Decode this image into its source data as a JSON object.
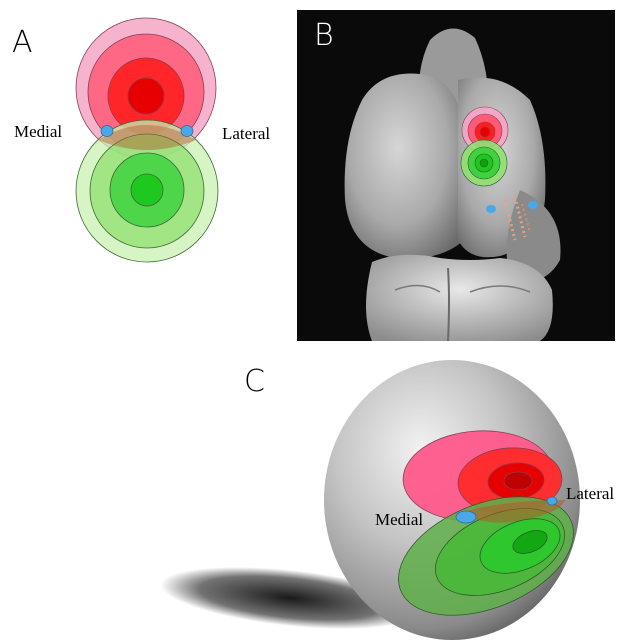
{
  "panels": {
    "a": {
      "letter": "A",
      "medial_label": "Medial",
      "lateral_label": "Lateral"
    },
    "b": {
      "letter": "B"
    },
    "c": {
      "letter": "C",
      "medial_label": "Medial",
      "lateral_label": "Lateral"
    }
  },
  "colors": {
    "red_zone_outer": "#f4a6c6",
    "red_zone_mid": "#ff5a78",
    "red_zone_inner": "#ff1e1e",
    "red_zone_core": "#e60000",
    "green_zone_outer": "#c8f0b0",
    "green_zone_mid": "#8fe070",
    "green_zone_inner": "#3fd23f",
    "green_zone_core": "#1ec81e",
    "marker_blue": "#4aa8e8",
    "photo_background": "#0a0a0a",
    "sphere_gray": "#a8a8a8"
  }
}
